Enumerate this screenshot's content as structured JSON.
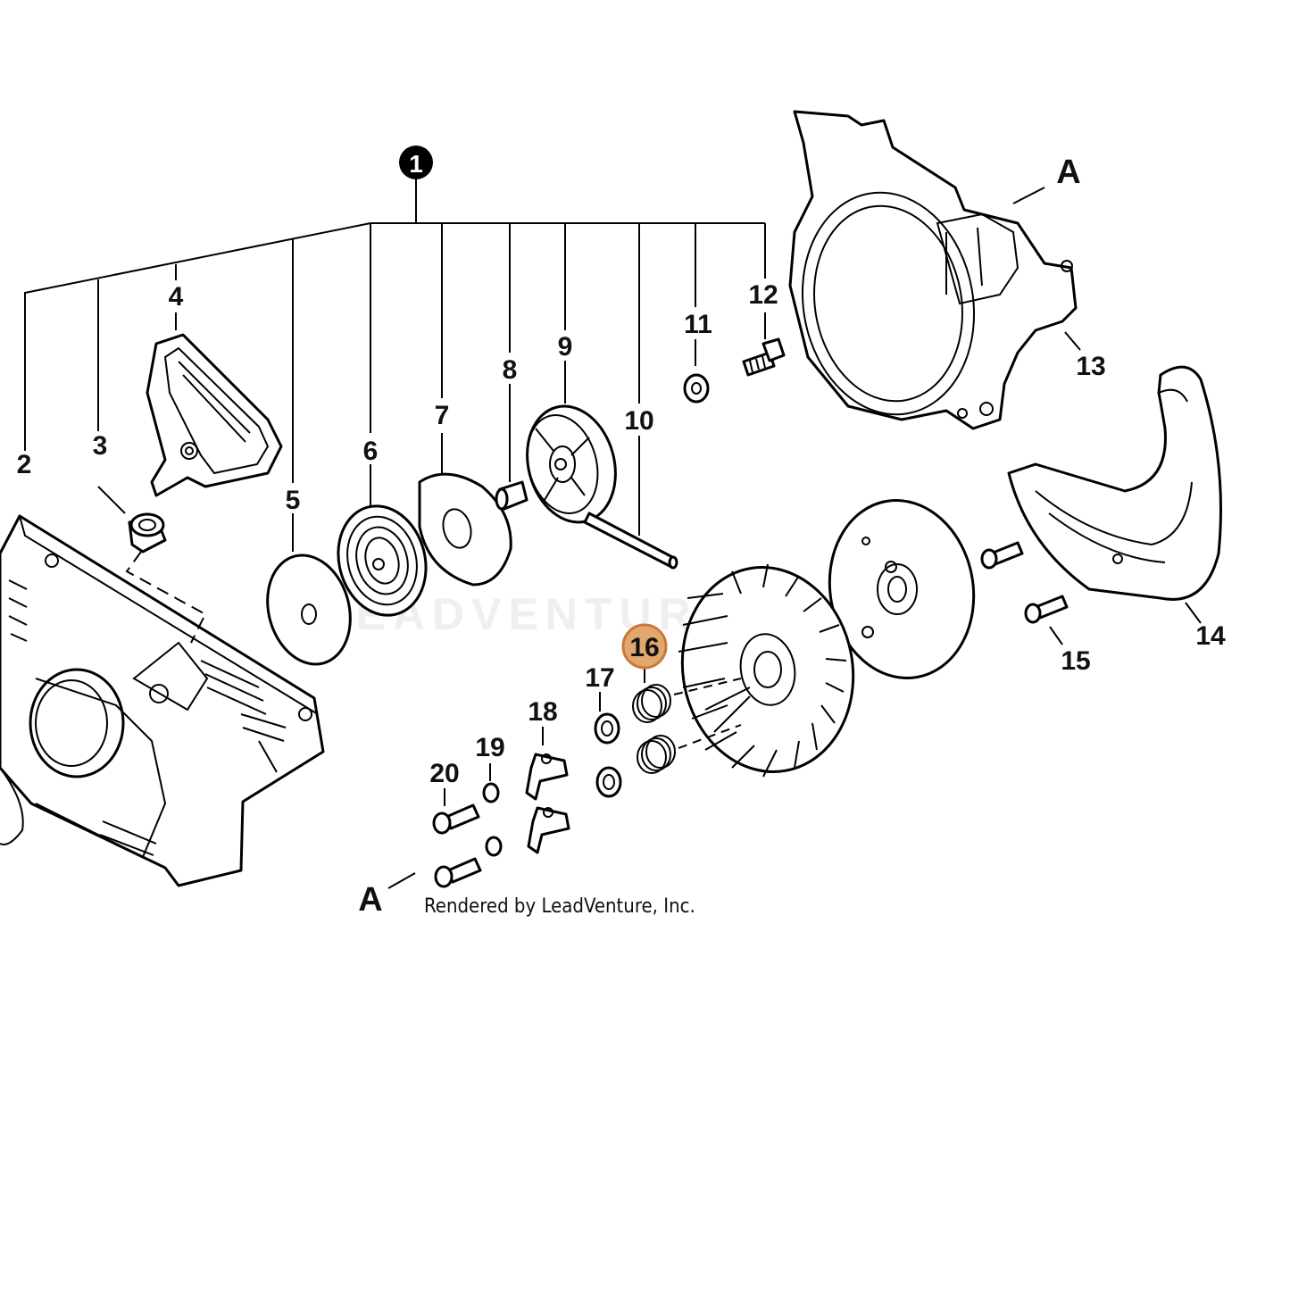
{
  "assembly_callout": "1",
  "callouts": [
    "2",
    "3",
    "4",
    "5",
    "6",
    "7",
    "8",
    "9",
    "10",
    "11",
    "12",
    "13",
    "14",
    "15",
    "16",
    "17",
    "18",
    "19",
    "20"
  ],
  "highlighted_callout": "16",
  "reference_letter": "A",
  "credit": "Rendered by LeadVenture, Inc.",
  "watermark": "LEADVENTURE",
  "colors": {
    "line": "#000000",
    "highlight_fill": "#e0a86c",
    "highlight_stroke": "#c9783a"
  }
}
